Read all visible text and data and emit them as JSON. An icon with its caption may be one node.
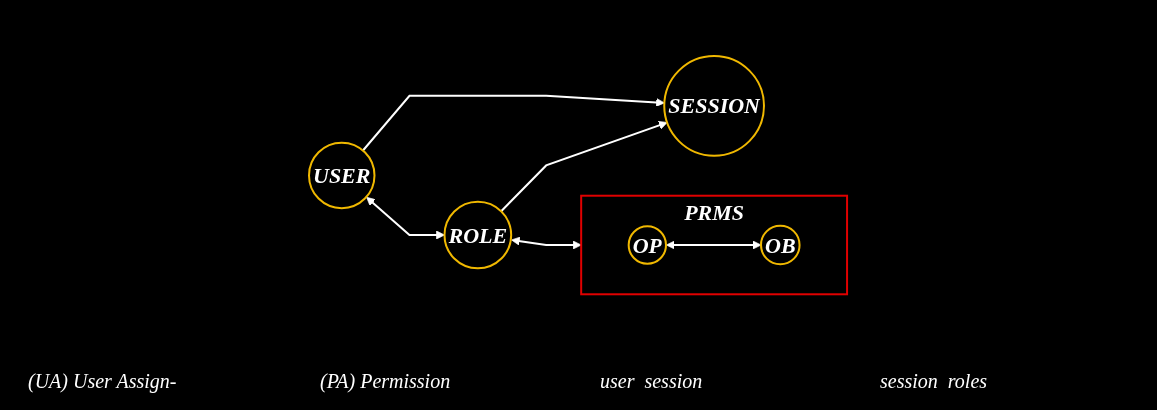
{
  "diagram": {
    "nodes": [
      {
        "text": [
          "USER"
        ]
      },
      {
        "text": [
          "ROLE"
        ]
      },
      {
        "text": [
          "PRMS"
        ]
      },
      {
        "text": [
          "OP"
        ],
        "in": 2
      },
      {
        "text": [
          "OB"
        ],
        "in": 2
      },
      {
        "text": [
          "SESSION"
        ]
      }
    ],
    "edges": [
      {
        "from": 0,
        "to": 1,
        "arrow": "both"
      },
      {
        "from": 1,
        "to": 2,
        "arrow": "both"
      },
      {
        "from": 3,
        "to": 4,
        "arrow": "both"
      },
      {
        "from": 0,
        "to": 5,
        "arrow": "to"
      },
      {
        "from": 1,
        "to": 5,
        "arrow": "to"
      }
    ],
    "labels": [
      "(UA) User Assign-",
      "(PA) Permission",
      "user  session",
      "session  roles"
    ]
  }
}
